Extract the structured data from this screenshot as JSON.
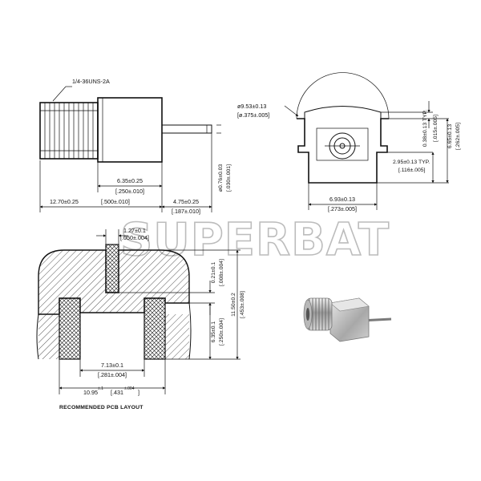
{
  "watermark": "SUPERBAT",
  "side_view": {
    "thread_label": "1/4-36UNS-2A",
    "dim_body_mm": "6.35±0.25",
    "dim_body_in": "[.250±.010]",
    "dim_total_mm": "12.70±0.25",
    "dim_total_in": "[.500±.010]",
    "dim_pin_mm": "4.75±0.25",
    "dim_pin_in": "[.187±.010]",
    "dim_pin_dia_mm": "ø0.76±0.03",
    "dim_pin_dia_in": "[.030±.001]"
  },
  "front_view": {
    "dia_mm": "ø9.53±0.13",
    "dia_in": "[ø.375±.005]",
    "dim_offset_mm": "0.38±0.13 TYP.",
    "dim_offset_in": "[.015±.005]",
    "dim_height_mm": "6.65±0.13",
    "dim_height_in": "[.262±.005]",
    "dim_step_mm": "2.95±0.13 TYP.",
    "dim_step_in": "[.116±.005]",
    "dim_width_mm": "6.93±0.13",
    "dim_width_in": "[.273±.005]"
  },
  "pcb_layout": {
    "caption": "RECOMMENDED PCB LAYOUT",
    "dim_slot_mm": "1.27±0.1",
    "dim_slot_in": "[.050±.004]",
    "dim_gap_mm": "0.21±0.1",
    "dim_gap_in": "[.008±.004]",
    "dim_total_h_mm": "11.50±0.2",
    "dim_total_h_in": "[.453±.008]",
    "dim_pad_h_mm": "6.35±0.1",
    "dim_pad_h_in": "[.250±.004]",
    "dim_inner_w_mm": "7.13±0.1",
    "dim_inner_w_in": "[.281±.004]",
    "dim_outer_w_mm": "10.95",
    "dim_outer_w_tol_mm": "±.1",
    "dim_outer_w_in": "[.431",
    "dim_outer_w_tol_in": "±.004",
    "dim_outer_w_close": "]"
  }
}
